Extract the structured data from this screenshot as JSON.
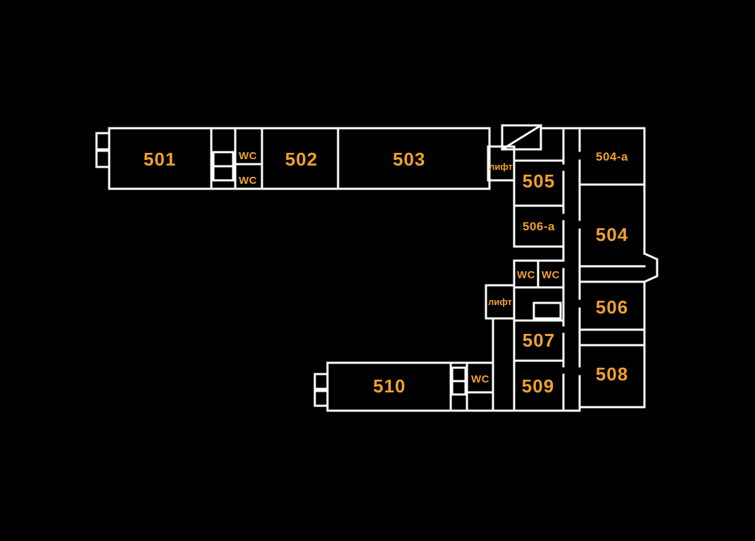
{
  "colors": {
    "background": "#000000",
    "wall": "#FFFFFF",
    "room_label": "#F0A12F"
  },
  "labels": {
    "r501": "501",
    "r502": "502",
    "r503": "503",
    "r504": "504",
    "r504a": "504-а",
    "r505": "505",
    "r506": "506",
    "r506a": "506-а",
    "r507": "507",
    "r508": "508",
    "r509": "509",
    "r510": "510",
    "wc": "WC",
    "lift": "лифт"
  }
}
